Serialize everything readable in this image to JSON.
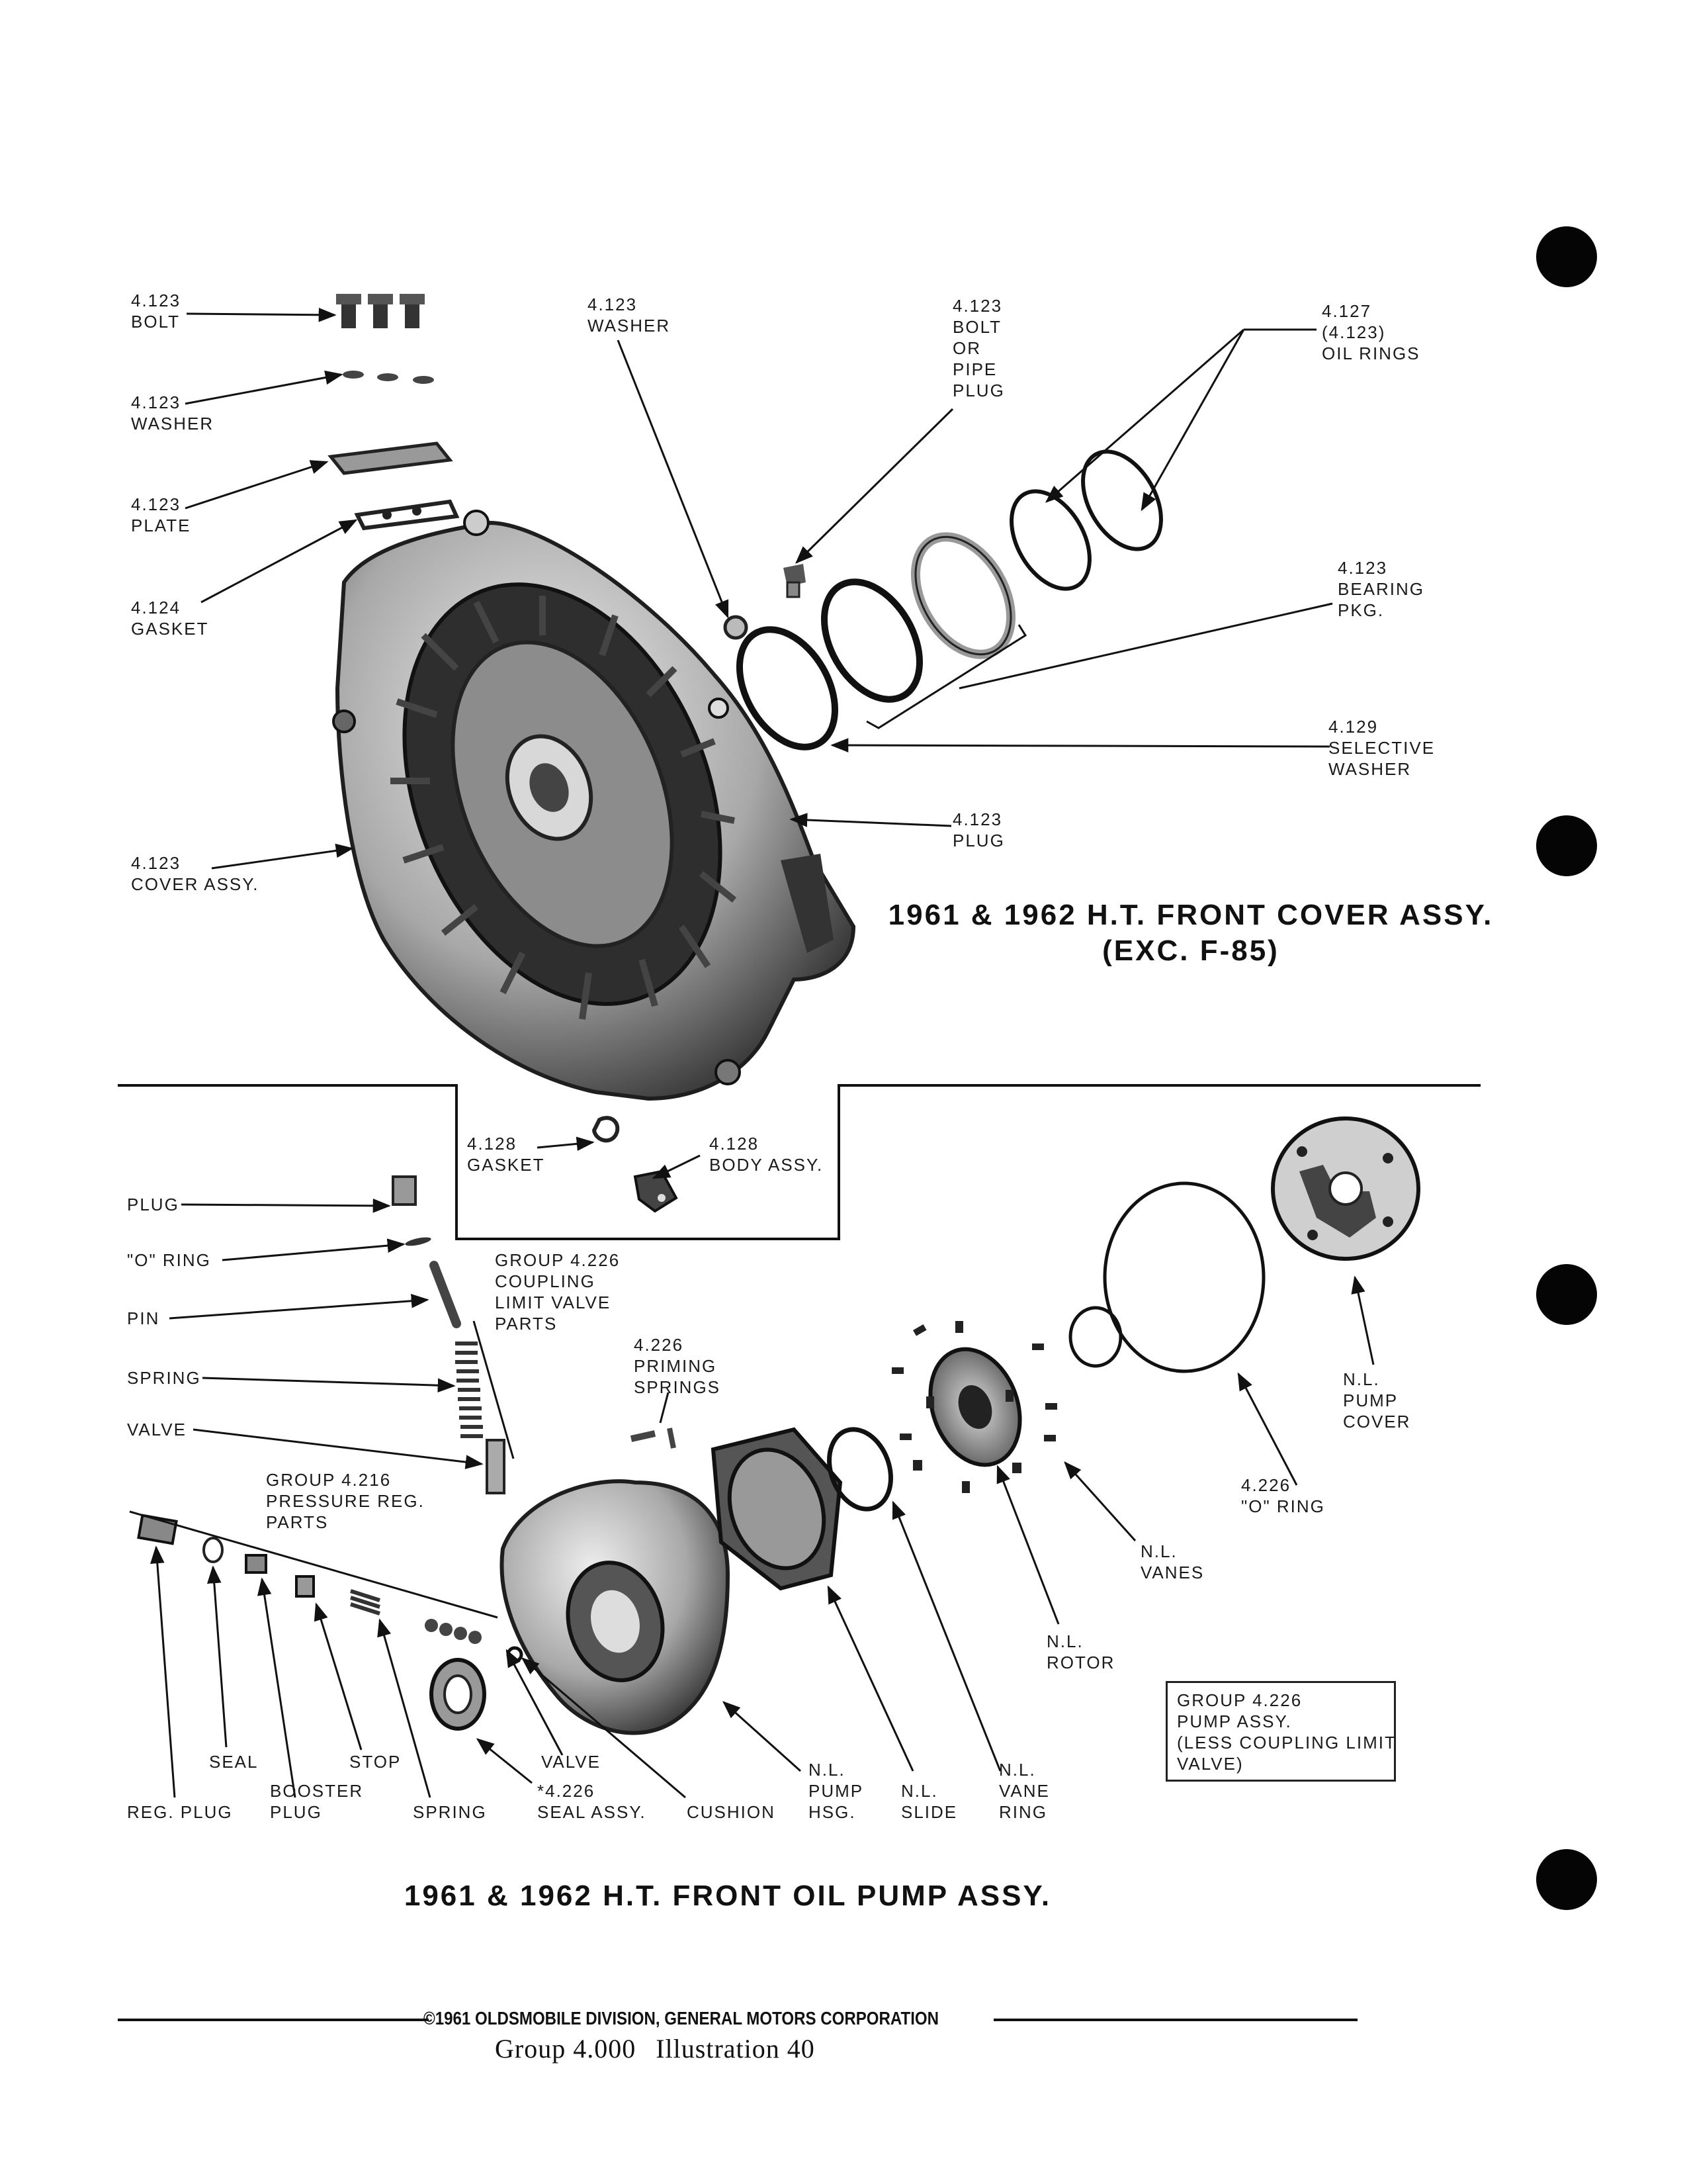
{
  "cover_section": {
    "title_line1": "1961 & 1962 H.T. FRONT COVER ASSY.",
    "title_line2": "(EXC. F-85)",
    "labels": {
      "bolt": [
        "4.123",
        "BOLT"
      ],
      "washer_left": [
        "4.123",
        "WASHER"
      ],
      "plate": [
        "4.123",
        "PLATE"
      ],
      "gasket_124": [
        "4.124",
        "GASKET"
      ],
      "cover_assy": [
        "4.123",
        "COVER ASSY."
      ],
      "washer_top": [
        "4.123",
        "WASHER"
      ],
      "bolt_or_pipe_plug": [
        "4.123",
        "BOLT",
        "OR",
        "PIPE",
        "PLUG"
      ],
      "oil_rings": [
        "4.127",
        "(4.123)",
        "OIL RINGS"
      ],
      "bearing_pkg": [
        "4.123",
        "BEARING",
        "PKG."
      ],
      "selective_washer": [
        "4.129",
        "SELECTIVE",
        "WASHER"
      ],
      "plug_123": [
        "4.123",
        "PLUG"
      ],
      "gasket_128": [
        "4.128",
        "GASKET"
      ],
      "body_assy_128": [
        "4.128",
        "BODY ASSY."
      ]
    }
  },
  "pump_section": {
    "title": "1961 & 1962 H.T. FRONT OIL PUMP ASSY.",
    "labels": {
      "plug": "PLUG",
      "o_ring_left": "\"O\" RING",
      "pin": "PIN",
      "spring_left": "SPRING",
      "valve_left": "VALVE",
      "coupling_group": [
        "GROUP 4.226",
        "COUPLING",
        "LIMIT VALVE",
        "PARTS"
      ],
      "priming_springs": [
        "4.226",
        "PRIMING",
        "SPRINGS"
      ],
      "pressure_reg_group": [
        "GROUP 4.216",
        "PRESSURE REG.",
        "PARTS"
      ],
      "pump_cover": [
        "N.L.",
        "PUMP",
        "COVER"
      ],
      "o_ring_right": [
        "4.226",
        "\"O\" RING"
      ],
      "vanes": [
        "N.L.",
        "VANES"
      ],
      "rotor": [
        "N.L.",
        "ROTOR"
      ],
      "pump_assy_box": [
        "GROUP 4.226",
        "PUMP ASSY.",
        "(LESS COUPLING LIMIT",
        "VALVE)"
      ],
      "seal": "SEAL",
      "stop": "STOP",
      "valve_bottom": "VALVE",
      "reg_plug": "REG. PLUG",
      "booster_plug": [
        "BOOSTER",
        "PLUG"
      ],
      "spring_bottom": "SPRING",
      "seal_assy": [
        "*4.226",
        "SEAL ASSY."
      ],
      "cushion": "CUSHION",
      "pump_hsg": [
        "N.L.",
        "PUMP",
        "HSG."
      ],
      "slide": [
        "N.L.",
        "SLIDE"
      ],
      "vane_ring": [
        "N.L.",
        "VANE",
        "RING"
      ]
    }
  },
  "footer": {
    "copyright": "©1961 OLDSMOBILE DIVISION, GENERAL MOTORS CORPORATION",
    "group": "Group  4.000",
    "illustration": "Illustration 40"
  },
  "colors": {
    "ink": "#141414",
    "paper": "#ffffff",
    "metal_light": "#cfcfcf",
    "metal_dark": "#3a3a3a"
  }
}
